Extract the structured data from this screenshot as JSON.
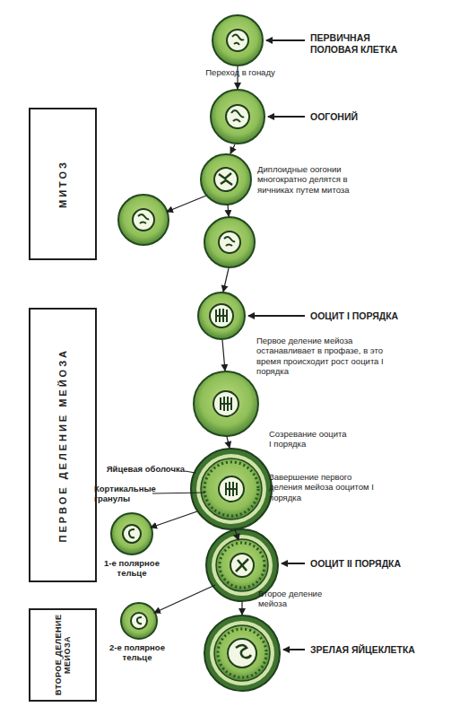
{
  "diagram": {
    "nodes": [
      {
        "text": [
          "МИТОЗ"
        ]
      },
      {
        "text": [
          "ПЕРВОЕ ДЕЛЕНИЕ МЕЙОЗА"
        ]
      },
      {
        "text": [
          "ВТОРОЕ ДЕЛЕНИЕ МЕЙОЗА"
        ]
      }
    ],
    "labels": [
      "ПЕРВИЧНАЯ ПОЛОВАЯ КЛЕТКА",
      "Переход в гонаду",
      "ООГОНИЙ",
      "Диплоидные оогонии многократно делятся в яичниках путем митоза",
      "ООЦИТ I ПОРЯДКА",
      "Первое деление мейоза останавливает в профазе, в это время происходит рост ооцита I порядка",
      "Созревание ооцита I порядка",
      "Яйцевая оболочка",
      "Завершение первого деления мейоза ооцитом I порядка",
      "Кортикальные гранулы",
      "1-е полярное тельце",
      "ООЦИТ II ПОРЯДКА",
      "Второе деление мейоза",
      "2-е полярное тельце",
      "ЗРЕЛАЯ ЯЙЦЕКЛЕТКА"
    ]
  }
}
